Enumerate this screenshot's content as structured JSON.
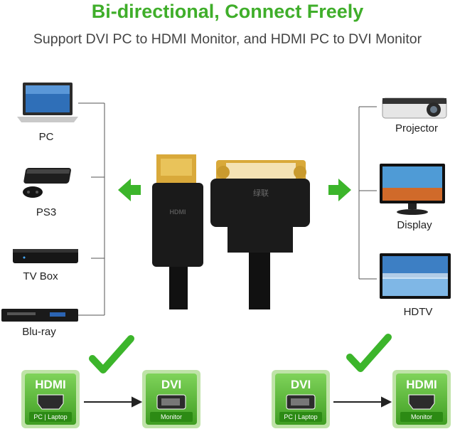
{
  "header": {
    "title": "Bi-directional, Connect Freely",
    "subtitle": "Support DVI PC to HDMI Monitor, and HDMI PC to DVI Monitor"
  },
  "left_devices": [
    {
      "label": "PC",
      "icon": "laptop-icon"
    },
    {
      "label": "PS3",
      "icon": "game-console-icon"
    },
    {
      "label": "TV Box",
      "icon": "tv-box-icon"
    },
    {
      "label": "Blu-ray",
      "icon": "bluray-player-icon"
    }
  ],
  "right_devices": [
    {
      "label": "Projector",
      "icon": "projector-icon"
    },
    {
      "label": "Display",
      "icon": "monitor-icon"
    },
    {
      "label": "HDTV",
      "icon": "tv-icon"
    }
  ],
  "adapter": {
    "hdmi_plug_text": "HDMI",
    "dvi_logo_text": "绿联"
  },
  "flows": [
    {
      "from": {
        "title": "HDMI",
        "sub": "PC | Laptop"
      },
      "to": {
        "title": "DVI",
        "sub": "Monitor"
      }
    },
    {
      "from": {
        "title": "DVI",
        "sub": "PC | Laptop"
      },
      "to": {
        "title": "HDMI",
        "sub": "Monitor"
      }
    }
  ],
  "colors": {
    "accent_green": "#3fae2a",
    "box_green": "#4caf2a",
    "connector_gold": "#d9a93a"
  }
}
